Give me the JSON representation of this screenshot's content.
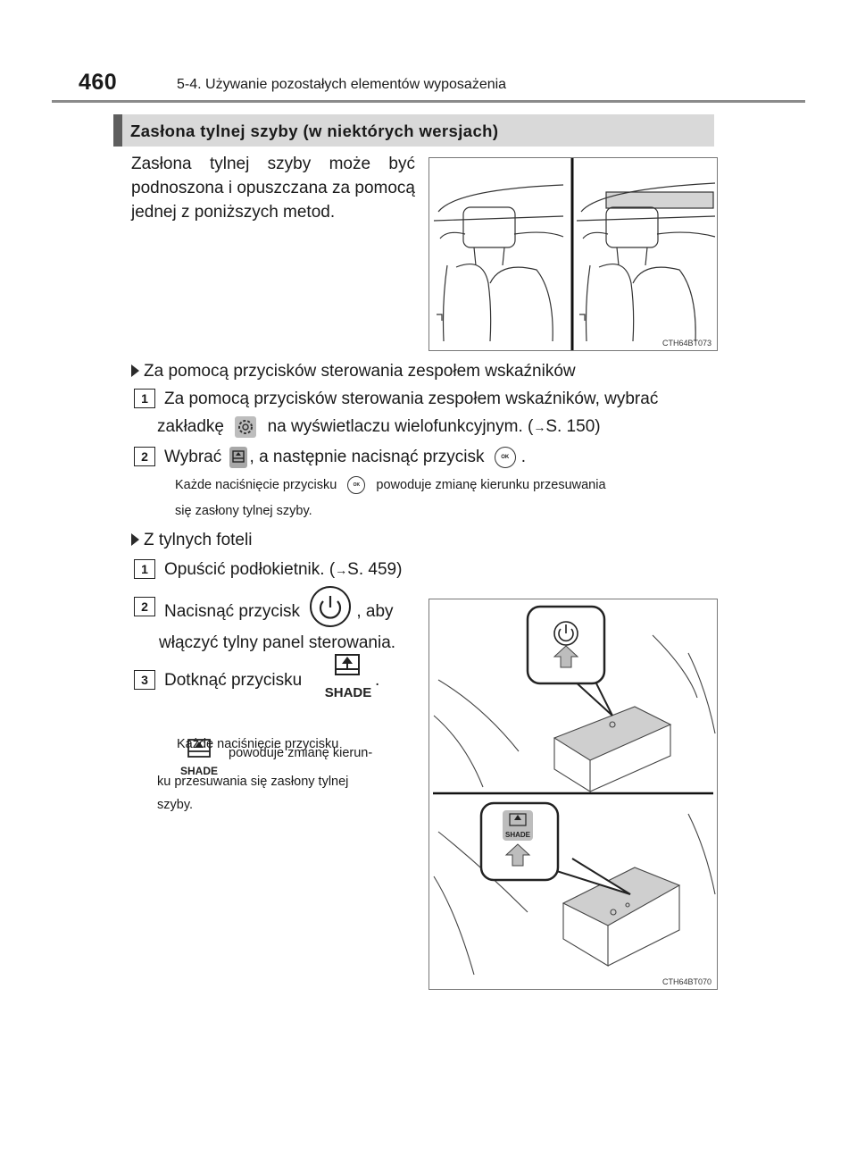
{
  "header": {
    "page_number": "460",
    "section": "5-4. Używanie pozostałych elementów wyposażenia"
  },
  "heading": "Zasłona tylnej szyby (w niektórych wersjach)",
  "intro": "Zasłona tylnej szyby może być podnoszona i opuszczana za pomocą jednej z poniższych metod.",
  "figure1": {
    "code": "CTH64BT073"
  },
  "method1": {
    "title": "Za pomocą przycisków sterowania zespołem wskaźników",
    "step1": {
      "num": "1",
      "line1": "Za pomocą przycisków sterowania zespołem wskaźników, wybrać",
      "pre": "zakładkę",
      "post": "na wyświetlaczu wielofunkcyjnym. (",
      "arrow": "→",
      "ref": "S. 150)"
    },
    "step2": {
      "num": "2",
      "pre": "Wybrać",
      "mid": ", a następnie nacisnąć przycisk",
      "post": "."
    },
    "note": {
      "pre": "Każde naciśnięcie przycisku",
      "post": "powoduje zmianę kierunku przesuwania",
      "line2": "się zasłony tylnej szyby."
    },
    "ok_label": "OK"
  },
  "method2": {
    "title": "Z tylnych foteli",
    "step1": {
      "num": "1",
      "text": "Opuścić podłokietnik. (",
      "arrow": "→",
      "ref": "S. 459)"
    },
    "step2": {
      "num": "2",
      "pre": "Nacisnąć przycisk",
      "post": ", aby",
      "line2": "włączyć tylny panel sterowania."
    },
    "step3": {
      "num": "3",
      "pre": "Dotknąć przycisku",
      "post": "."
    },
    "note": {
      "line1": "Każde naciśnięcie przycisku",
      "line2": "powoduje zmianę kierun-",
      "line3": "ku przesuwania się zasłony tylnej",
      "line4": "szyby."
    },
    "shade_label": "SHADE"
  },
  "figure2": {
    "code": "CTH64BT070",
    "shade_label": "SHADE"
  }
}
